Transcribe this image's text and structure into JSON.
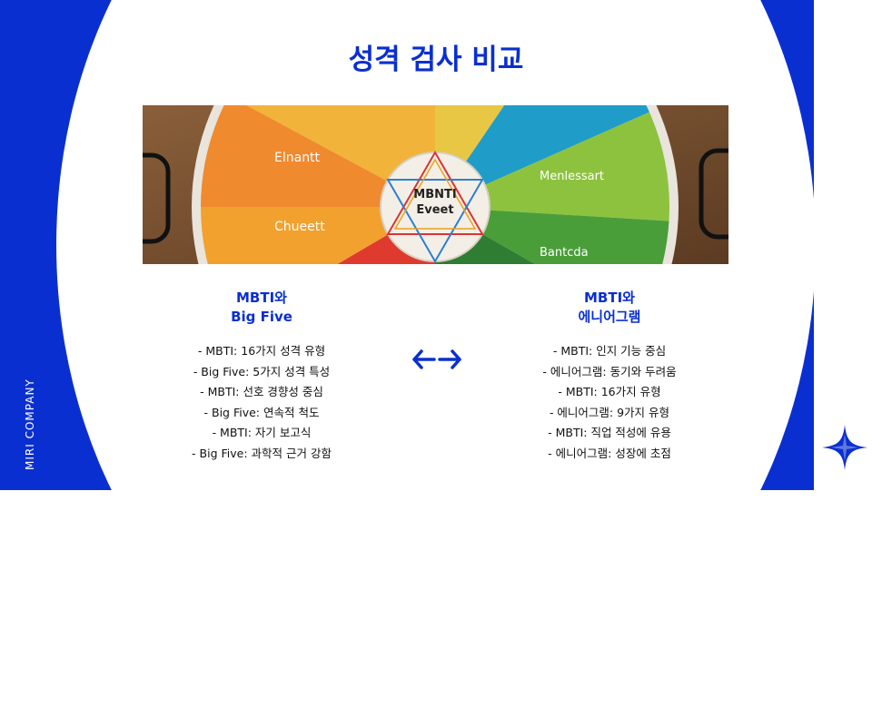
{
  "slide": {
    "title": "성격 검사 비교",
    "brand": "MIRI COMPANY",
    "image_text": {
      "left_top": "Elnantt",
      "left_bottom": "Chueett",
      "center_line1": "MBNTI",
      "center_line2": "Eveet",
      "right_top": "Menlessart",
      "right_bottom": "Bantcda"
    },
    "left": {
      "title_line1": "MBTI와",
      "title_line2": "Big Five",
      "bullets": [
        "- MBTI: 16가지 성격 유형",
        "- Big Five: 5가지 성격 특성",
        "- MBTI: 선호 경향성 중심",
        "- Big Five: 연속적 척도",
        "- MBTI: 자기 보고식",
        "- Big Five: 과학적 근거 강함"
      ]
    },
    "right": {
      "title_line1": "MBTI와",
      "title_line2": "에니어그램",
      "bullets": [
        "- MBTI: 인지 기능 중심",
        "- 에니어그램: 동기와 두려움",
        "- MBTI: 16가지 유형",
        "- 에니어그램: 9가지 유형",
        "- MBTI: 직업 적성에 유용",
        "- 에니어그램: 성장에 초점"
      ]
    },
    "colors": {
      "accent": "#0a2fd1",
      "text": "#111111"
    }
  }
}
